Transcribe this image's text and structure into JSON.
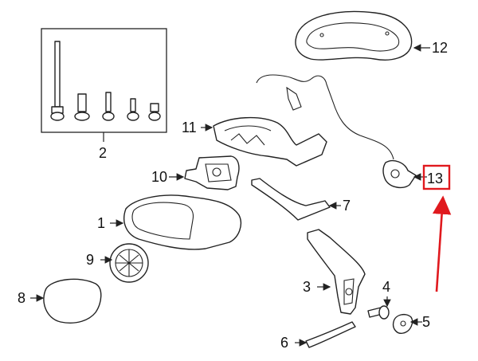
{
  "callouts": {
    "c1": "1",
    "c2": "2",
    "c3": "3",
    "c4": "4",
    "c5": "5",
    "c6": "6",
    "c7": "7",
    "c8": "8",
    "c9": "9",
    "c10": "10",
    "c11": "11",
    "c12": "12",
    "c13": "13"
  },
  "colors": {
    "line": "#222222",
    "highlight": "#e0191e"
  }
}
